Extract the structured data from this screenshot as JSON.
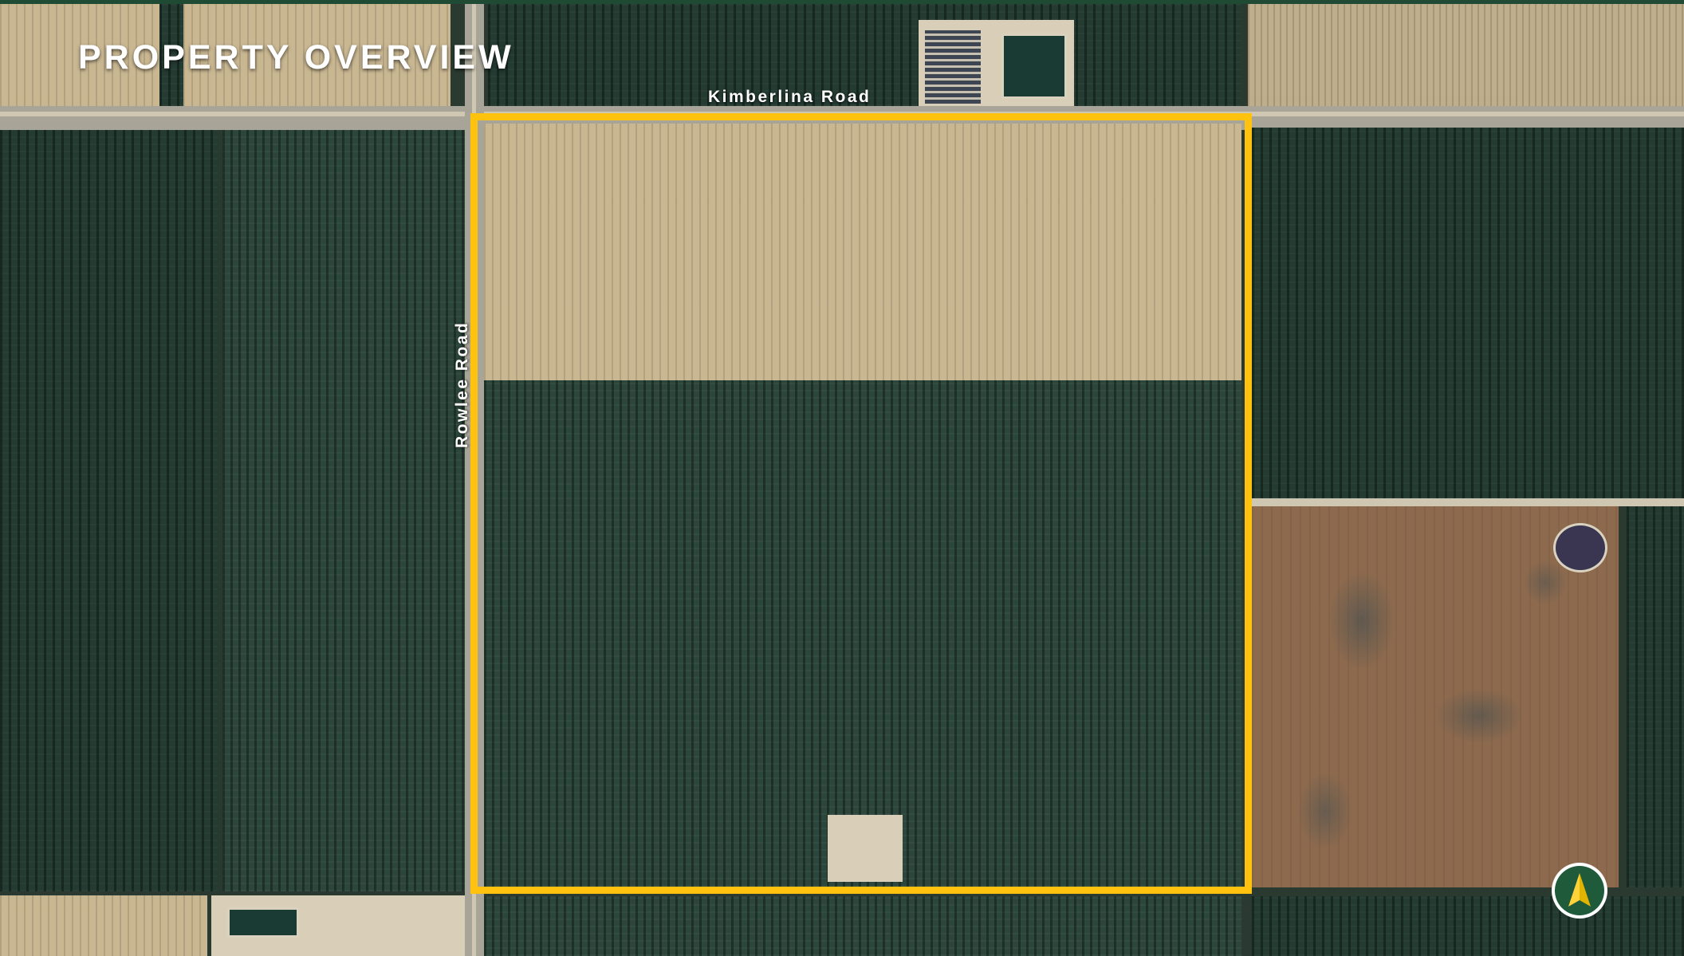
{
  "map": {
    "title": "PROPERTY OVERVIEW",
    "roads": {
      "kimberlina": "Kimberlina Road",
      "rowlee": "Rowlee Road"
    },
    "boundary_color": "#ffc20e",
    "north_arrow": "north-arrow-icon",
    "colors": {
      "accent_green": "#1f5a3a",
      "orchard": "#243b32",
      "fallow": "#c9b792",
      "bare_soil": "#8d6a4e"
    }
  }
}
